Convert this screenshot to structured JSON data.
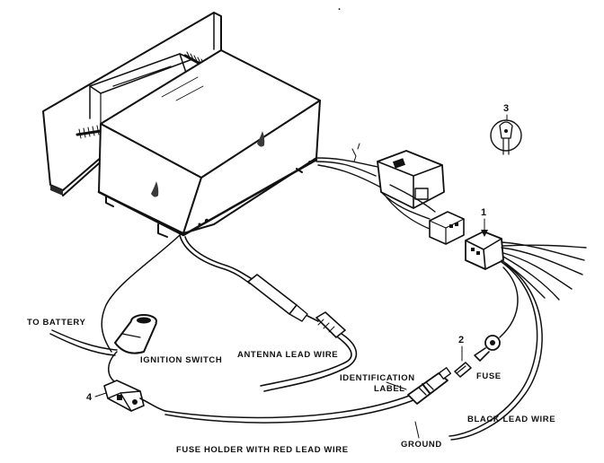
{
  "colors": {
    "ink": "#111111",
    "paper": "#ffffff"
  },
  "labels": {
    "to_battery": "TO BATTERY",
    "ignition_switch": "IGNITION SWITCH",
    "antenna_lead_wire": "ANTENNA LEAD WIRE",
    "identification_label_line1": "IDENTIFICATION",
    "identification_label_line2": "LABEL",
    "fuse": "FUSE",
    "black_lead_wire": "BLACK LEAD WIRE",
    "ground": "GROUND",
    "fuse_holder": "FUSE HOLDER WITH RED LEAD WIRE"
  },
  "callouts": {
    "n1": "1",
    "n2": "2",
    "n3": "3",
    "n4": "4"
  },
  "icons": [
    "radio-unit",
    "mounting-plate",
    "wiring-harness",
    "multi-pin-connector",
    "fuse-holder",
    "ignition-switch",
    "antenna-plug",
    "ground-terminal",
    "wire-tap-clip"
  ]
}
